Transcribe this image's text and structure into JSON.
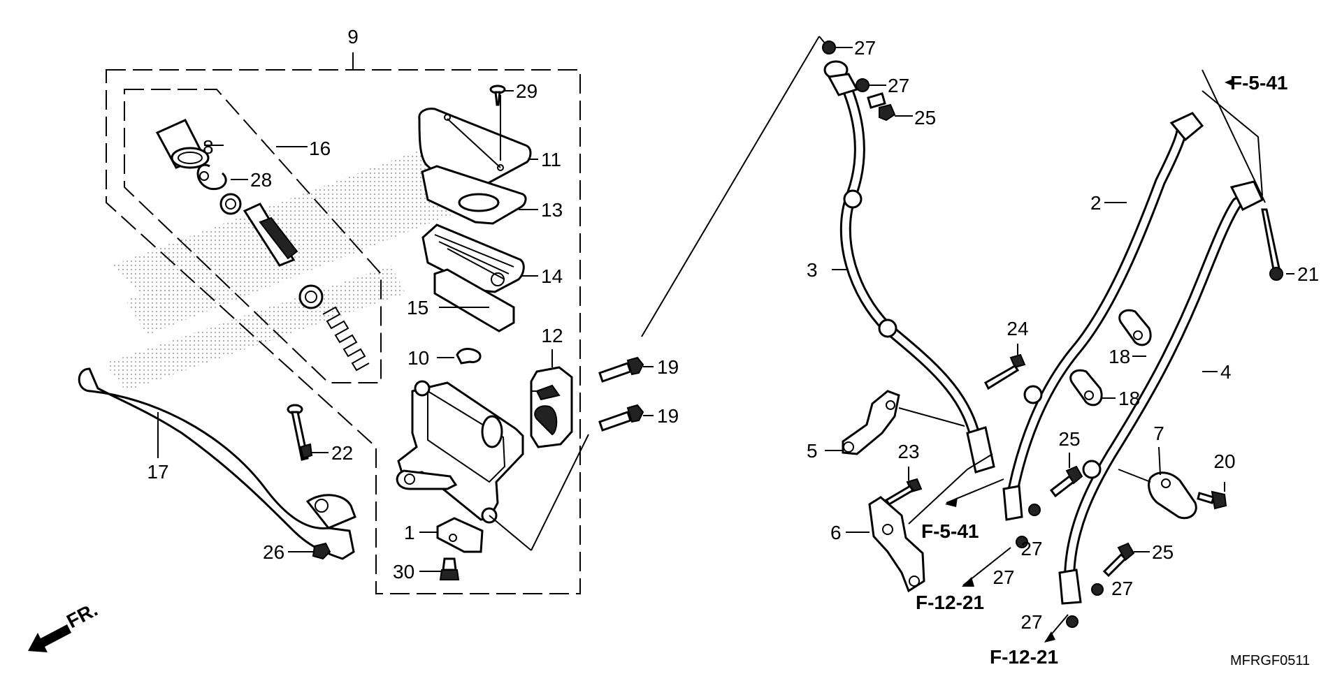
{
  "diagram": {
    "code": "MFRGF0511",
    "direction_label": "FR.",
    "callouts": [
      {
        "id": "c9",
        "text": "9"
      },
      {
        "id": "c27a",
        "text": "27"
      },
      {
        "id": "c27b",
        "text": "27"
      },
      {
        "id": "c25a",
        "text": "25"
      },
      {
        "id": "c29",
        "text": "29"
      },
      {
        "id": "c8",
        "text": "8"
      },
      {
        "id": "c16",
        "text": "16"
      },
      {
        "id": "c28",
        "text": "28"
      },
      {
        "id": "c11",
        "text": "11"
      },
      {
        "id": "c13",
        "text": "13"
      },
      {
        "id": "c14",
        "text": "14"
      },
      {
        "id": "c15",
        "text": "15"
      },
      {
        "id": "c12",
        "text": "12"
      },
      {
        "id": "c10",
        "text": "10"
      },
      {
        "id": "c19a",
        "text": "19"
      },
      {
        "id": "c19b",
        "text": "19"
      },
      {
        "id": "c17",
        "text": "17"
      },
      {
        "id": "c22",
        "text": "22"
      },
      {
        "id": "c1",
        "text": "1"
      },
      {
        "id": "c26",
        "text": "26"
      },
      {
        "id": "c30",
        "text": "30"
      },
      {
        "id": "c3",
        "text": "3"
      },
      {
        "id": "c2",
        "text": "2"
      },
      {
        "id": "c4",
        "text": "4"
      },
      {
        "id": "c21",
        "text": "21"
      },
      {
        "id": "c24",
        "text": "24"
      },
      {
        "id": "c18a",
        "text": "18"
      },
      {
        "id": "c18b",
        "text": "18"
      },
      {
        "id": "c5",
        "text": "5"
      },
      {
        "id": "c23",
        "text": "23"
      },
      {
        "id": "c25b",
        "text": "25"
      },
      {
        "id": "c7",
        "text": "7"
      },
      {
        "id": "c20",
        "text": "20"
      },
      {
        "id": "c6",
        "text": "6"
      },
      {
        "id": "c27c",
        "text": "27"
      },
      {
        "id": "c27d",
        "text": "27"
      },
      {
        "id": "c25c",
        "text": "25"
      },
      {
        "id": "c27e",
        "text": "27"
      },
      {
        "id": "c27f",
        "text": "27"
      }
    ],
    "refs": [
      {
        "id": "r1",
        "text": "F-5-41"
      },
      {
        "id": "r2",
        "text": "F-5-41"
      },
      {
        "id": "r3",
        "text": "F-12-21"
      },
      {
        "id": "r4",
        "text": "F-12-21"
      }
    ]
  }
}
